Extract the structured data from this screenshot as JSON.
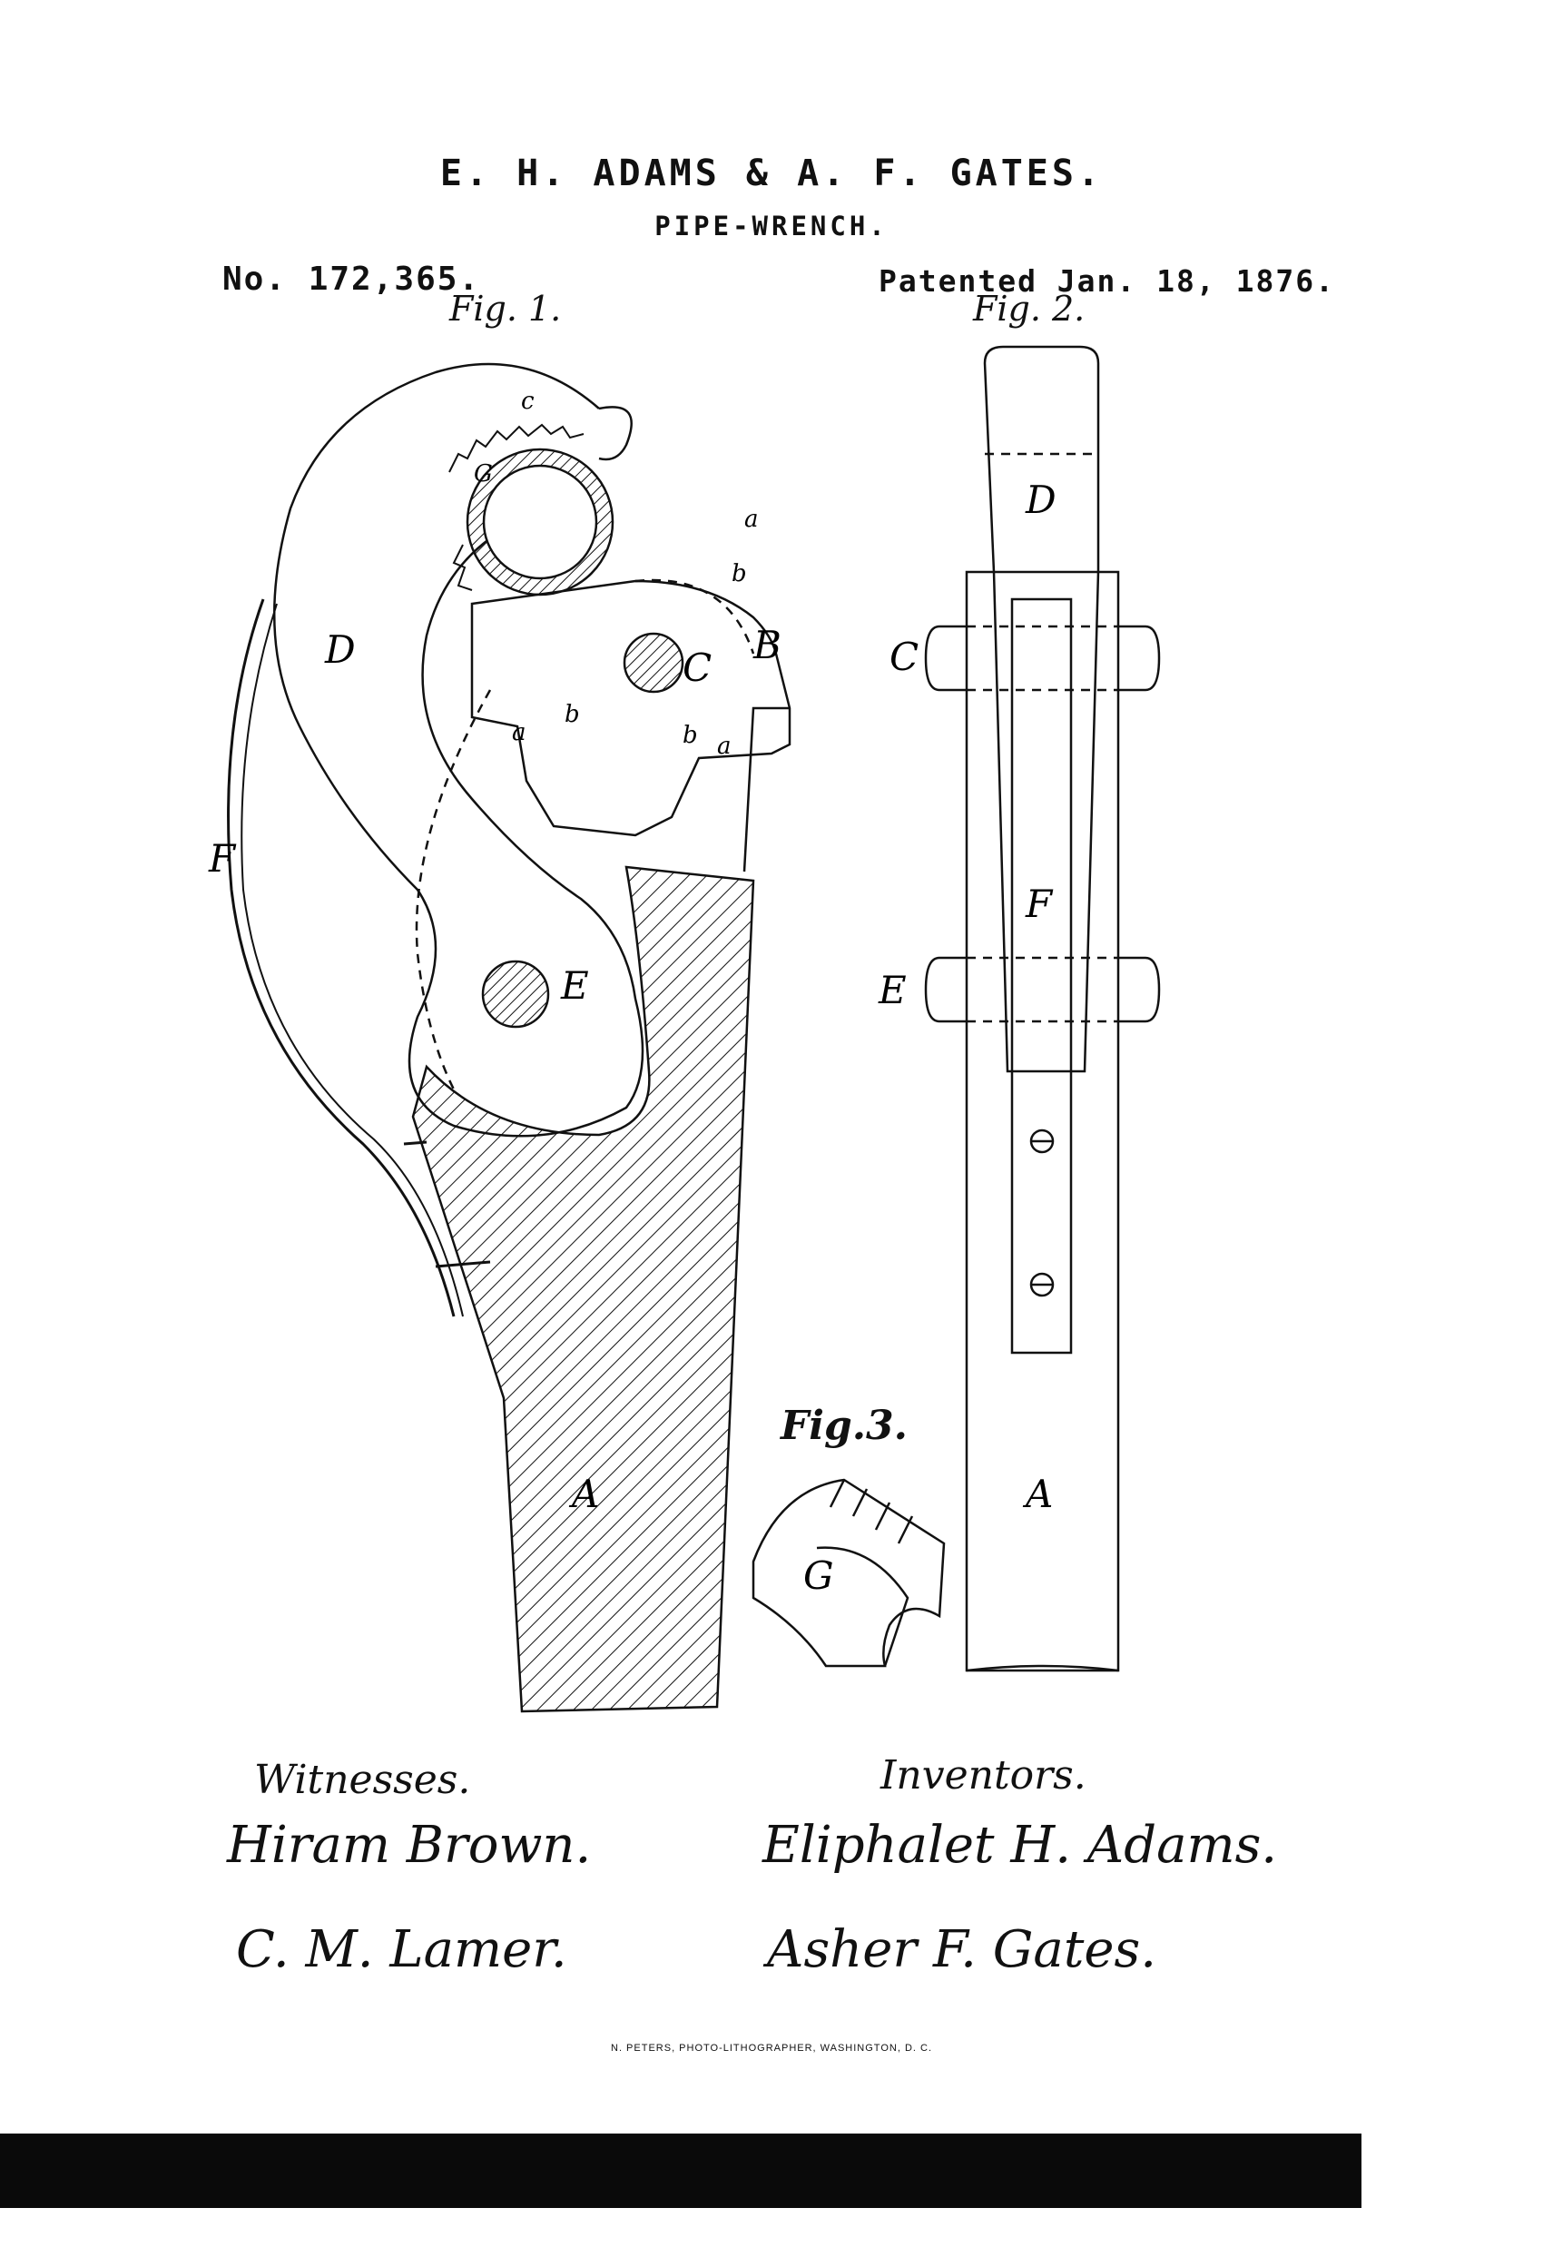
{
  "header": {
    "inventors_line": "E. H. ADAMS & A. F. GATES.",
    "invention_title": "PIPE-WRENCH.",
    "patent_number": "No. 172,365.",
    "patent_date": "Patented Jan. 18, 1876."
  },
  "figures": {
    "fig1": {
      "label": "Fig. 1.",
      "parts": [
        "A",
        "B",
        "C",
        "D",
        "E",
        "F",
        "G"
      ],
      "teeth_labels": [
        "a",
        "b",
        "c"
      ]
    },
    "fig2": {
      "label": "Fig. 2.",
      "parts": [
        "D",
        "C",
        "F",
        "E",
        "A"
      ]
    },
    "fig3": {
      "label": "Fig.3.",
      "parts": [
        "G"
      ]
    }
  },
  "signatures": {
    "witnesses_heading": "Witnesses.",
    "witnesses": [
      "Hiram Brown.",
      "C. M. Lamer."
    ],
    "inventors_heading": "Inventors.",
    "inventors": [
      "Eliphalet H. Adams.",
      "Asher F. Gates."
    ]
  },
  "footer": {
    "lithographer": "N. PETERS, PHOTO-LITHOGRAPHER, WASHINGTON, D. C."
  },
  "colors": {
    "ink": "#111111",
    "paper": "#ffffff"
  }
}
